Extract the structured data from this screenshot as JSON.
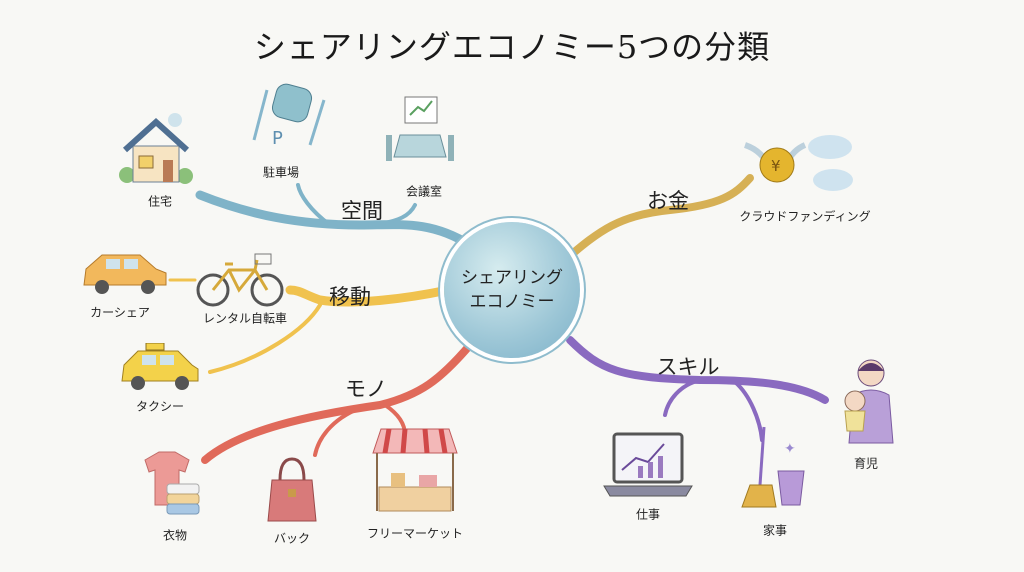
{
  "title": "シェアリングエコノミー5つの分類",
  "center": {
    "line1": "シェアリング",
    "line2": "エコノミー"
  },
  "categories": {
    "space": {
      "label": "空間",
      "color": "#7fb3c8",
      "items": [
        "住宅",
        "駐車場",
        "会議室"
      ]
    },
    "mobility": {
      "label": "移動",
      "color": "#f0c24e",
      "items": [
        "カーシェア",
        "レンタル自転車",
        "タクシー"
      ]
    },
    "goods": {
      "label": "モノ",
      "color": "#e06a5a",
      "items": [
        "衣物",
        "バック",
        "フリーマーケット"
      ]
    },
    "money": {
      "label": "お金",
      "color": "#d6b055",
      "items": [
        "クラウドファンディング"
      ]
    },
    "skill": {
      "label": "スキル",
      "color": "#8a6ac0",
      "items": [
        "仕事",
        "家事",
        "育児"
      ]
    }
  }
}
